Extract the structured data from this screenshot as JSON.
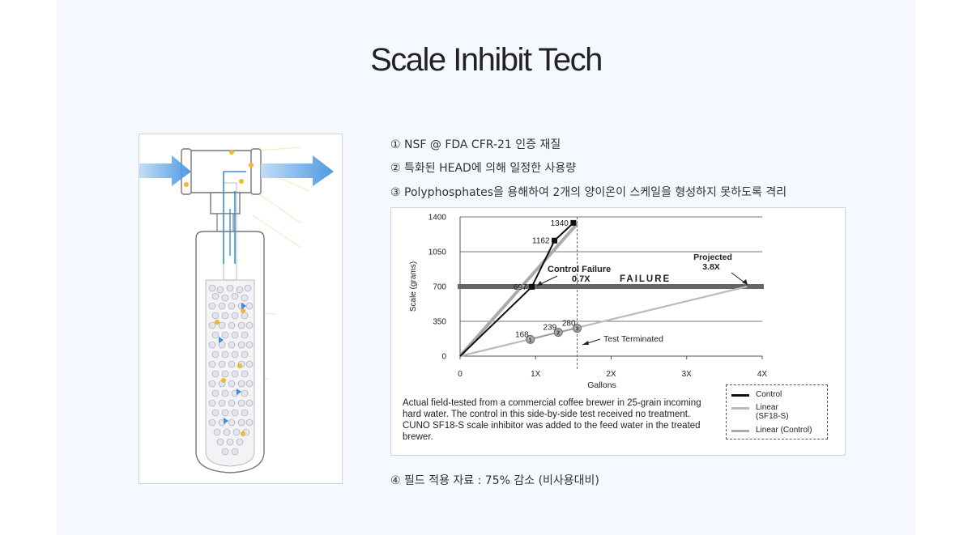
{
  "title": "Scale Inhibit Tech",
  "bullets": [
    "① NSF @ FDA CFR-21 인증 재질",
    "② 특화된 HEAD에 의해 일정한 사용량",
    "③ Polyphosphates을 용해하여 2개의 양이온이 스케일을 형성하지 못하도록 격리",
    "④ 필드 적용 자료 : 75% 감소 (비사용대비)"
  ],
  "chart_data": {
    "type": "line",
    "xlabel": "Gallons",
    "ylabel": "Scale (grams)",
    "xlim": [
      0,
      4
    ],
    "ylim": [
      0,
      1400
    ],
    "x_ticks": [
      {
        "value": 0,
        "label": "0"
      },
      {
        "value": 1,
        "label": "1X"
      },
      {
        "value": 2,
        "label": "2X"
      },
      {
        "value": 3,
        "label": "3X"
      },
      {
        "value": 4,
        "label": "4X"
      }
    ],
    "y_ticks": [
      {
        "value": 0,
        "label": "0"
      },
      {
        "value": 350,
        "label": "350"
      },
      {
        "value": 700,
        "label": "700"
      },
      {
        "value": 1050,
        "label": "1050"
      },
      {
        "value": 1400,
        "label": "1400"
      }
    ],
    "series": [
      {
        "name": "Control",
        "color": "#111111",
        "x": [
          0,
          0.95,
          1.25,
          1.5
        ],
        "y": [
          0,
          697,
          1162,
          1340
        ],
        "point_labels": [
          "",
          "697",
          "1162",
          "1340"
        ]
      },
      {
        "name": "Linear\n(SF18-S)",
        "color": "#bbbbbb",
        "x": [
          0,
          3.8
        ],
        "y": [
          0,
          700
        ]
      },
      {
        "name": "Linear (Control)",
        "color": "#aaaaaa",
        "x": [
          0,
          1.55
        ],
        "y": [
          0,
          1330
        ]
      },
      {
        "name": "",
        "color": "#999999",
        "x": [
          0.93,
          1.3,
          1.55
        ],
        "y": [
          168,
          239,
          280
        ],
        "point_labels": [
          "168",
          "239",
          "280"
        ],
        "marker_labels": [
          "1",
          "2",
          "3"
        ]
      }
    ],
    "failure_line": {
      "y": 700,
      "label": "FAILURE"
    },
    "terminate_x": 1.55,
    "annotations": {
      "control_failure": "Control Failure",
      "control_failure_value": "0.7X",
      "projected": "Projected",
      "projected_value": "3.8X",
      "test_terminated": "Test Terminated"
    },
    "legend_position": "bottom-right",
    "caption": "Actual field-tested from a commercial coffee brewer in 25-grain incoming hard water. The control in this side-by-side test received no treatment. CUNO SF18-S scale inhibitor was added to the feed water in the treated brewer."
  },
  "colors": {
    "panel_bg": "#f5f8fe",
    "flow_arrow": "#3a8ede",
    "failure_bar": "#666666"
  }
}
